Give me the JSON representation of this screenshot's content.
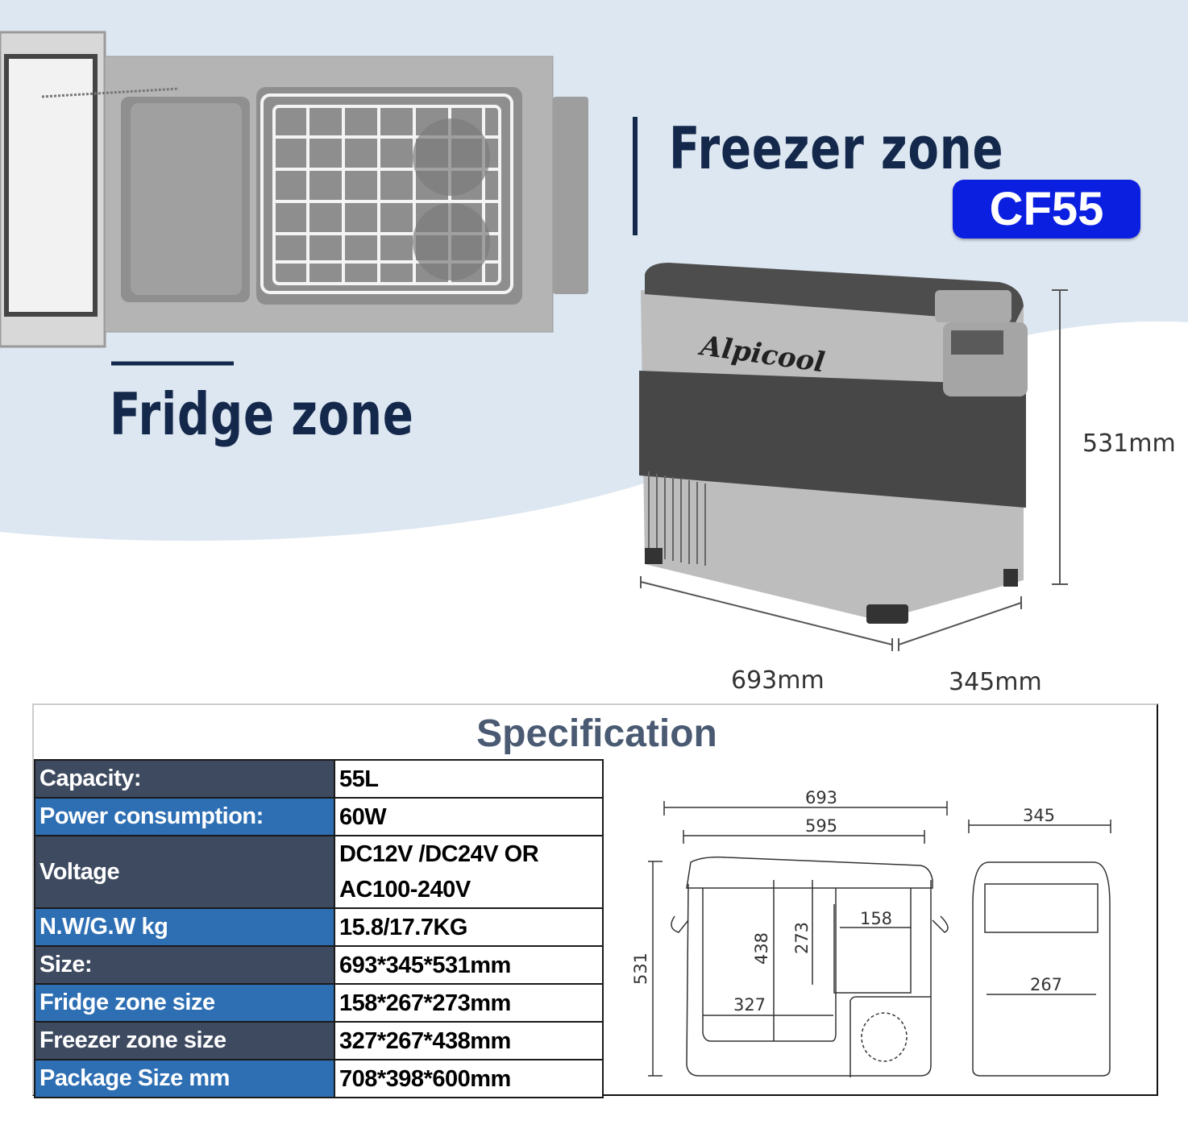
{
  "headings": {
    "freezer": "Freezer zone",
    "fridge": "Fridge zone"
  },
  "model_badge": "CF55",
  "brand_logo": "Alpicool",
  "dimensions": {
    "height": "531mm",
    "length": "693mm",
    "depth": "345mm"
  },
  "specification": {
    "title": "Specification",
    "rows": [
      {
        "label": "Capacity:",
        "value": "55L"
      },
      {
        "label": "Power consumption:",
        "value": "60W"
      },
      {
        "label": "Voltage",
        "value": "DC12V /DC24V OR",
        "value2": "AC100-240V"
      },
      {
        "label": "N.W/G.W kg",
        "value": "15.8/17.7KG"
      },
      {
        "label": "Size:",
        "value": "693*345*531mm"
      },
      {
        "label": "Fridge zone size",
        "value": "158*267*273mm"
      },
      {
        "label": "Freezer zone size",
        "value": "327*267*438mm"
      },
      {
        "label": "Package Size mm",
        "value": "708*398*600mm"
      }
    ]
  },
  "diagram": {
    "total_length": "693",
    "inner_length": "595",
    "depth": "345",
    "height": "531",
    "freezer_height": "438",
    "fridge_height": "273",
    "fridge_width": "158",
    "freezer_width": "327",
    "inner_depth": "267"
  },
  "colors": {
    "navy": "#13284b",
    "badge": "#0b1fe0",
    "row_dark": "#3e4a60",
    "row_blue": "#2e6fb4",
    "bg_blue": "#dde7f1"
  }
}
